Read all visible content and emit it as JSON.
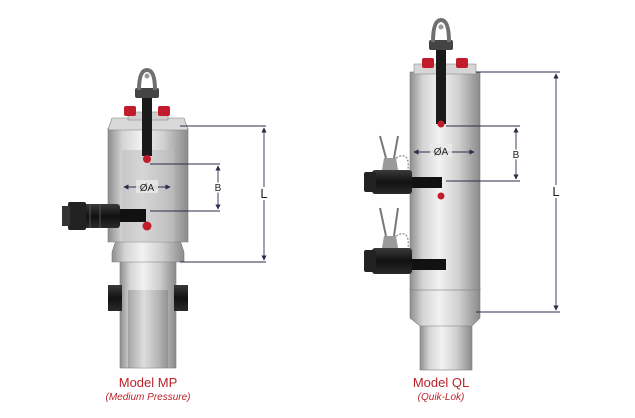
{
  "dimension_labels": {
    "diameter": "ØA",
    "offset": "B",
    "length": "L"
  },
  "models": [
    {
      "title": "Model MP",
      "subtitle": "(Medium Pressure)"
    },
    {
      "title": "Model QL",
      "subtitle": "(Quik-Lok)"
    }
  ],
  "colors": {
    "accent_red": "#c21c2c",
    "dimension_line": "#2b2b4a",
    "body_light": "#e2e2e2",
    "body_dark": "#9a9a9a",
    "black_part": "#1a1a1a",
    "caption": "#b8232a"
  }
}
